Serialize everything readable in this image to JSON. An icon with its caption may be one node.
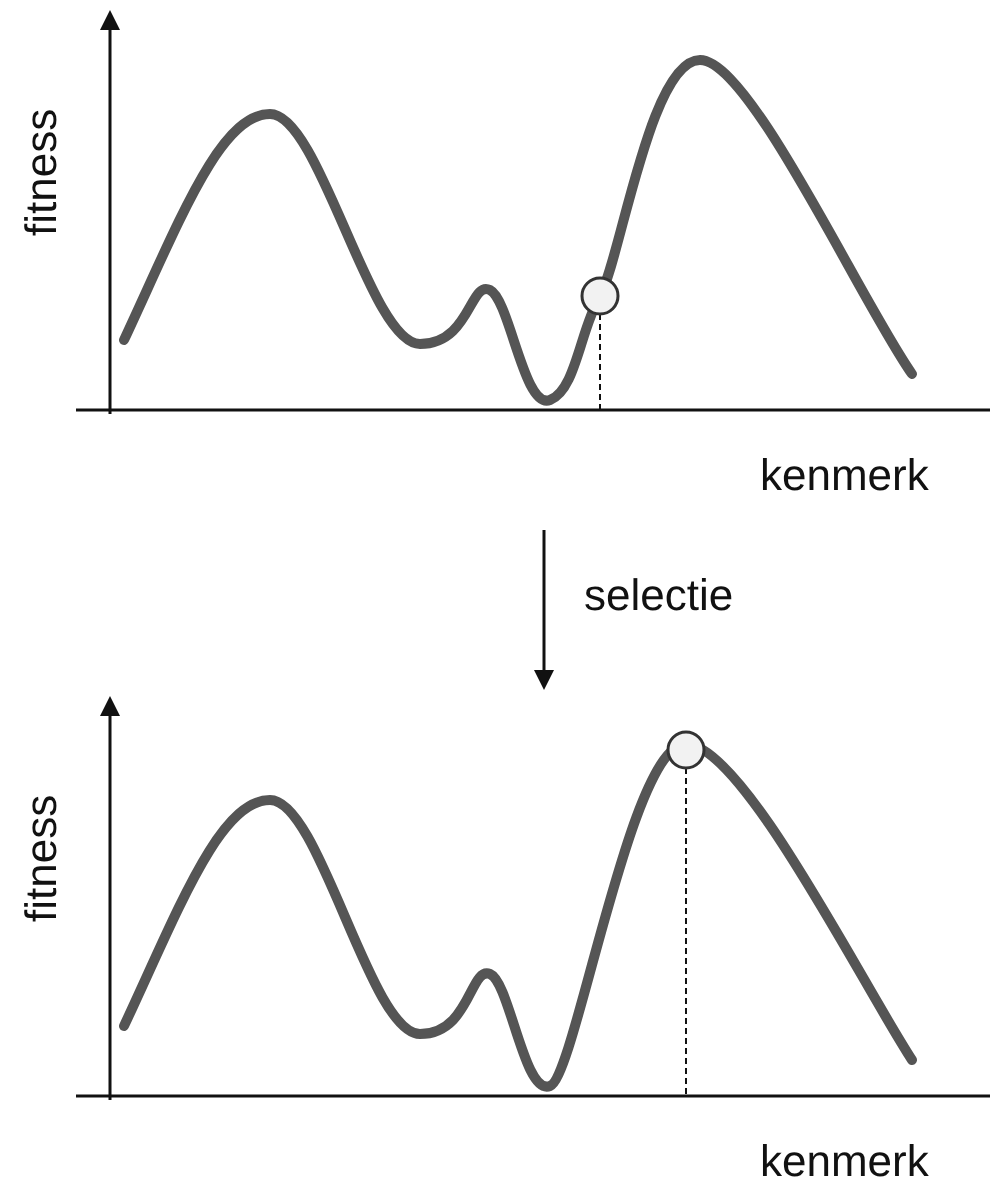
{
  "diagram": {
    "labels": [
      "fitness",
      "kenmerk",
      "selectie",
      "fitness",
      "kenmerk"
    ]
  }
}
